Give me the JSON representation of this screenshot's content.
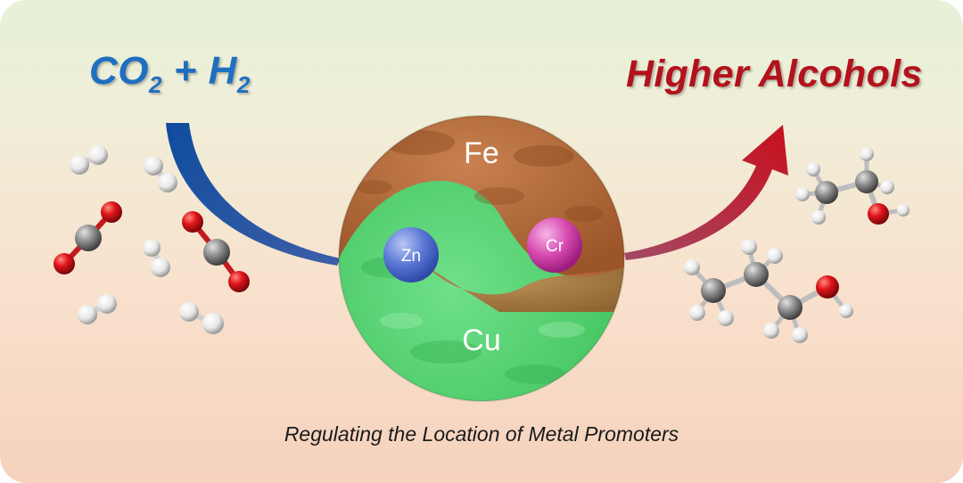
{
  "header": {
    "reactants": {
      "co": "CO",
      "sub1": "2",
      "plus_h": " + H",
      "sub2": "2"
    },
    "products": "Higher Alcohols"
  },
  "catalyst": {
    "top_metal": "Fe",
    "bottom_metal": "Cu",
    "left_promoter": "Zn",
    "right_promoter": "Cr"
  },
  "caption": "Regulating the Location of Metal Promoters",
  "colors": {
    "reactant_text": "#1f6fc1",
    "product_text": "#b3121c",
    "fe_region": "#b8703c",
    "cu_region": "#4cd06a",
    "zn_sphere": "#5b78d6",
    "cr_sphere": "#d74bb1",
    "carbon": "#8c8c8c",
    "oxygen": "#e0161b",
    "hydrogen": "#f4f4f4"
  },
  "icons": [
    "curved-arrow-in-icon",
    "curved-arrow-out-icon",
    "yin-yang-catalyst-icon",
    "ball-stick-molecule-icon"
  ]
}
